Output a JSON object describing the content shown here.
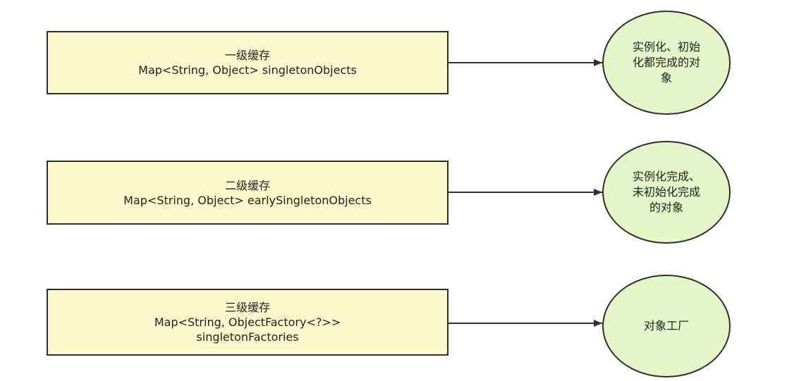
{
  "colors": {
    "box_fill": "#fbf8cb",
    "circle_fill": "#e4f6c8",
    "stroke": "#2f2f2f",
    "text": "#222222"
  },
  "caches": [
    {
      "box_lines": [
        "一级缓存",
        "Map<String, Object> singletonObjects"
      ],
      "target_lines": [
        "实例化、初始",
        "化都完成的对",
        "象"
      ]
    },
    {
      "box_lines": [
        "二级缓存",
        "Map<String, Object> earlySingletonObjects"
      ],
      "target_lines": [
        "实例化完成、",
        "未初始化完成",
        "的对象"
      ]
    },
    {
      "box_lines": [
        "三级缓存",
        "Map<String, ObjectFactory<?>>",
        "singletonFactories"
      ],
      "target_lines": [
        "对象工厂"
      ]
    }
  ]
}
